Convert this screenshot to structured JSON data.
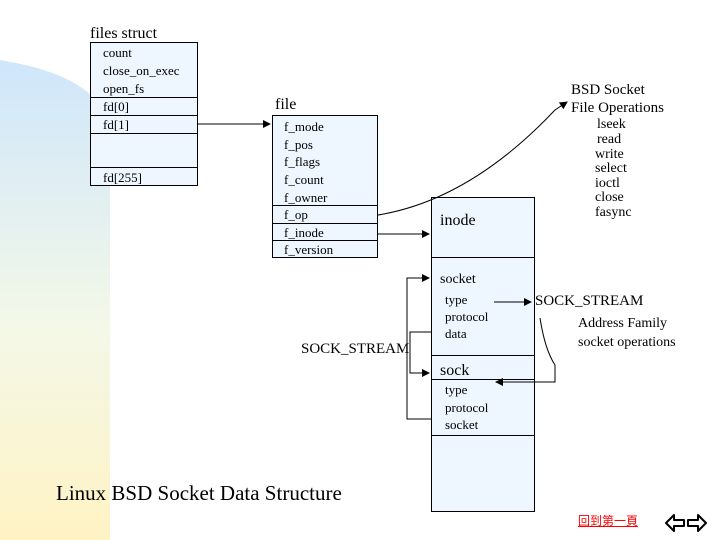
{
  "files_struct": {
    "title": "files  struct",
    "fields": [
      "count",
      "close_on_exec",
      "open_fs",
      "fd[0]",
      "fd[1]"
    ],
    "last_field": "fd[255]"
  },
  "file": {
    "title": "file",
    "fields": [
      "f_mode",
      "f_pos",
      "f_flags",
      "f_count",
      "f_owner",
      "f_op",
      "f_inode",
      "f_version"
    ]
  },
  "inode": {
    "label": "inode"
  },
  "socket": {
    "title": "socket",
    "fields": [
      "type",
      "protocol",
      "data"
    ]
  },
  "sock": {
    "title": "sock",
    "fields": [
      "type",
      "protocol",
      "socket"
    ]
  },
  "bsd_ops": {
    "title_line1": "BSD Socket",
    "title_line2": "File Operations",
    "items": [
      "lseek",
      "read",
      "write",
      "select",
      "ioctl",
      "close",
      "fasync"
    ]
  },
  "sock_stream_right": {
    "title": "SOCK_STREAM",
    "line1": "Address Family",
    "line2": "socket operations"
  },
  "sock_stream_left": "SOCK_STREAM",
  "caption": "Linux BSD Socket Data Structure",
  "nav": {
    "home_link": "回到第一頁"
  },
  "colors": {
    "box_fill": "#eef7ff",
    "link": "#ff0000",
    "bg_gradient_top": "#cfe6fb",
    "bg_gradient_bottom": "#fff3c4"
  }
}
